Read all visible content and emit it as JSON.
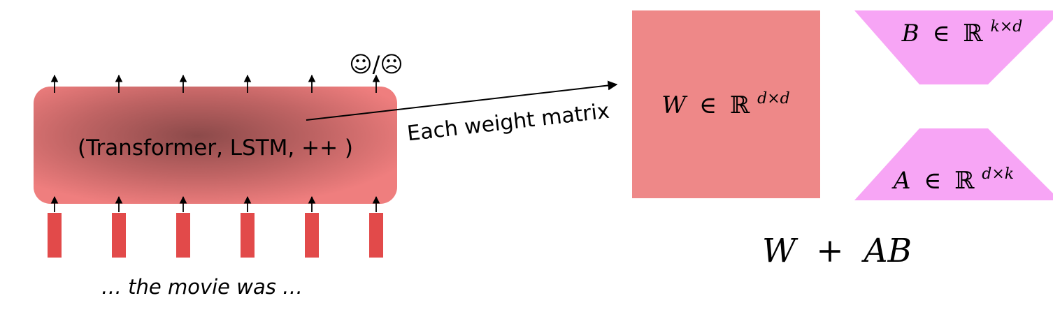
{
  "model": {
    "label": "(Transformer, LSTM, ++ )",
    "output_label": "☺/☹",
    "caption": "… the movie was …",
    "token_count": 6,
    "token_color": "#e24a4a",
    "box_color_edge": "#ef7e7e",
    "box_color_center": "#8c4a4a"
  },
  "arrow_label": "Each weight matrix",
  "matrices": {
    "w": {
      "symbol": "W",
      "rel": "∈",
      "field": "ℝ",
      "sup": "d×d",
      "color": "#ee8888"
    },
    "b": {
      "symbol": "B",
      "rel": "∈",
      "field": "ℝ",
      "sup": "k×d",
      "color": "#f7a5f5"
    },
    "a": {
      "symbol": "A",
      "rel": "∈",
      "field": "ℝ",
      "sup": "d×k",
      "color": "#f7a5f5"
    }
  },
  "equation": {
    "lhs": "W",
    "op": "+",
    "rhs": "AB"
  }
}
